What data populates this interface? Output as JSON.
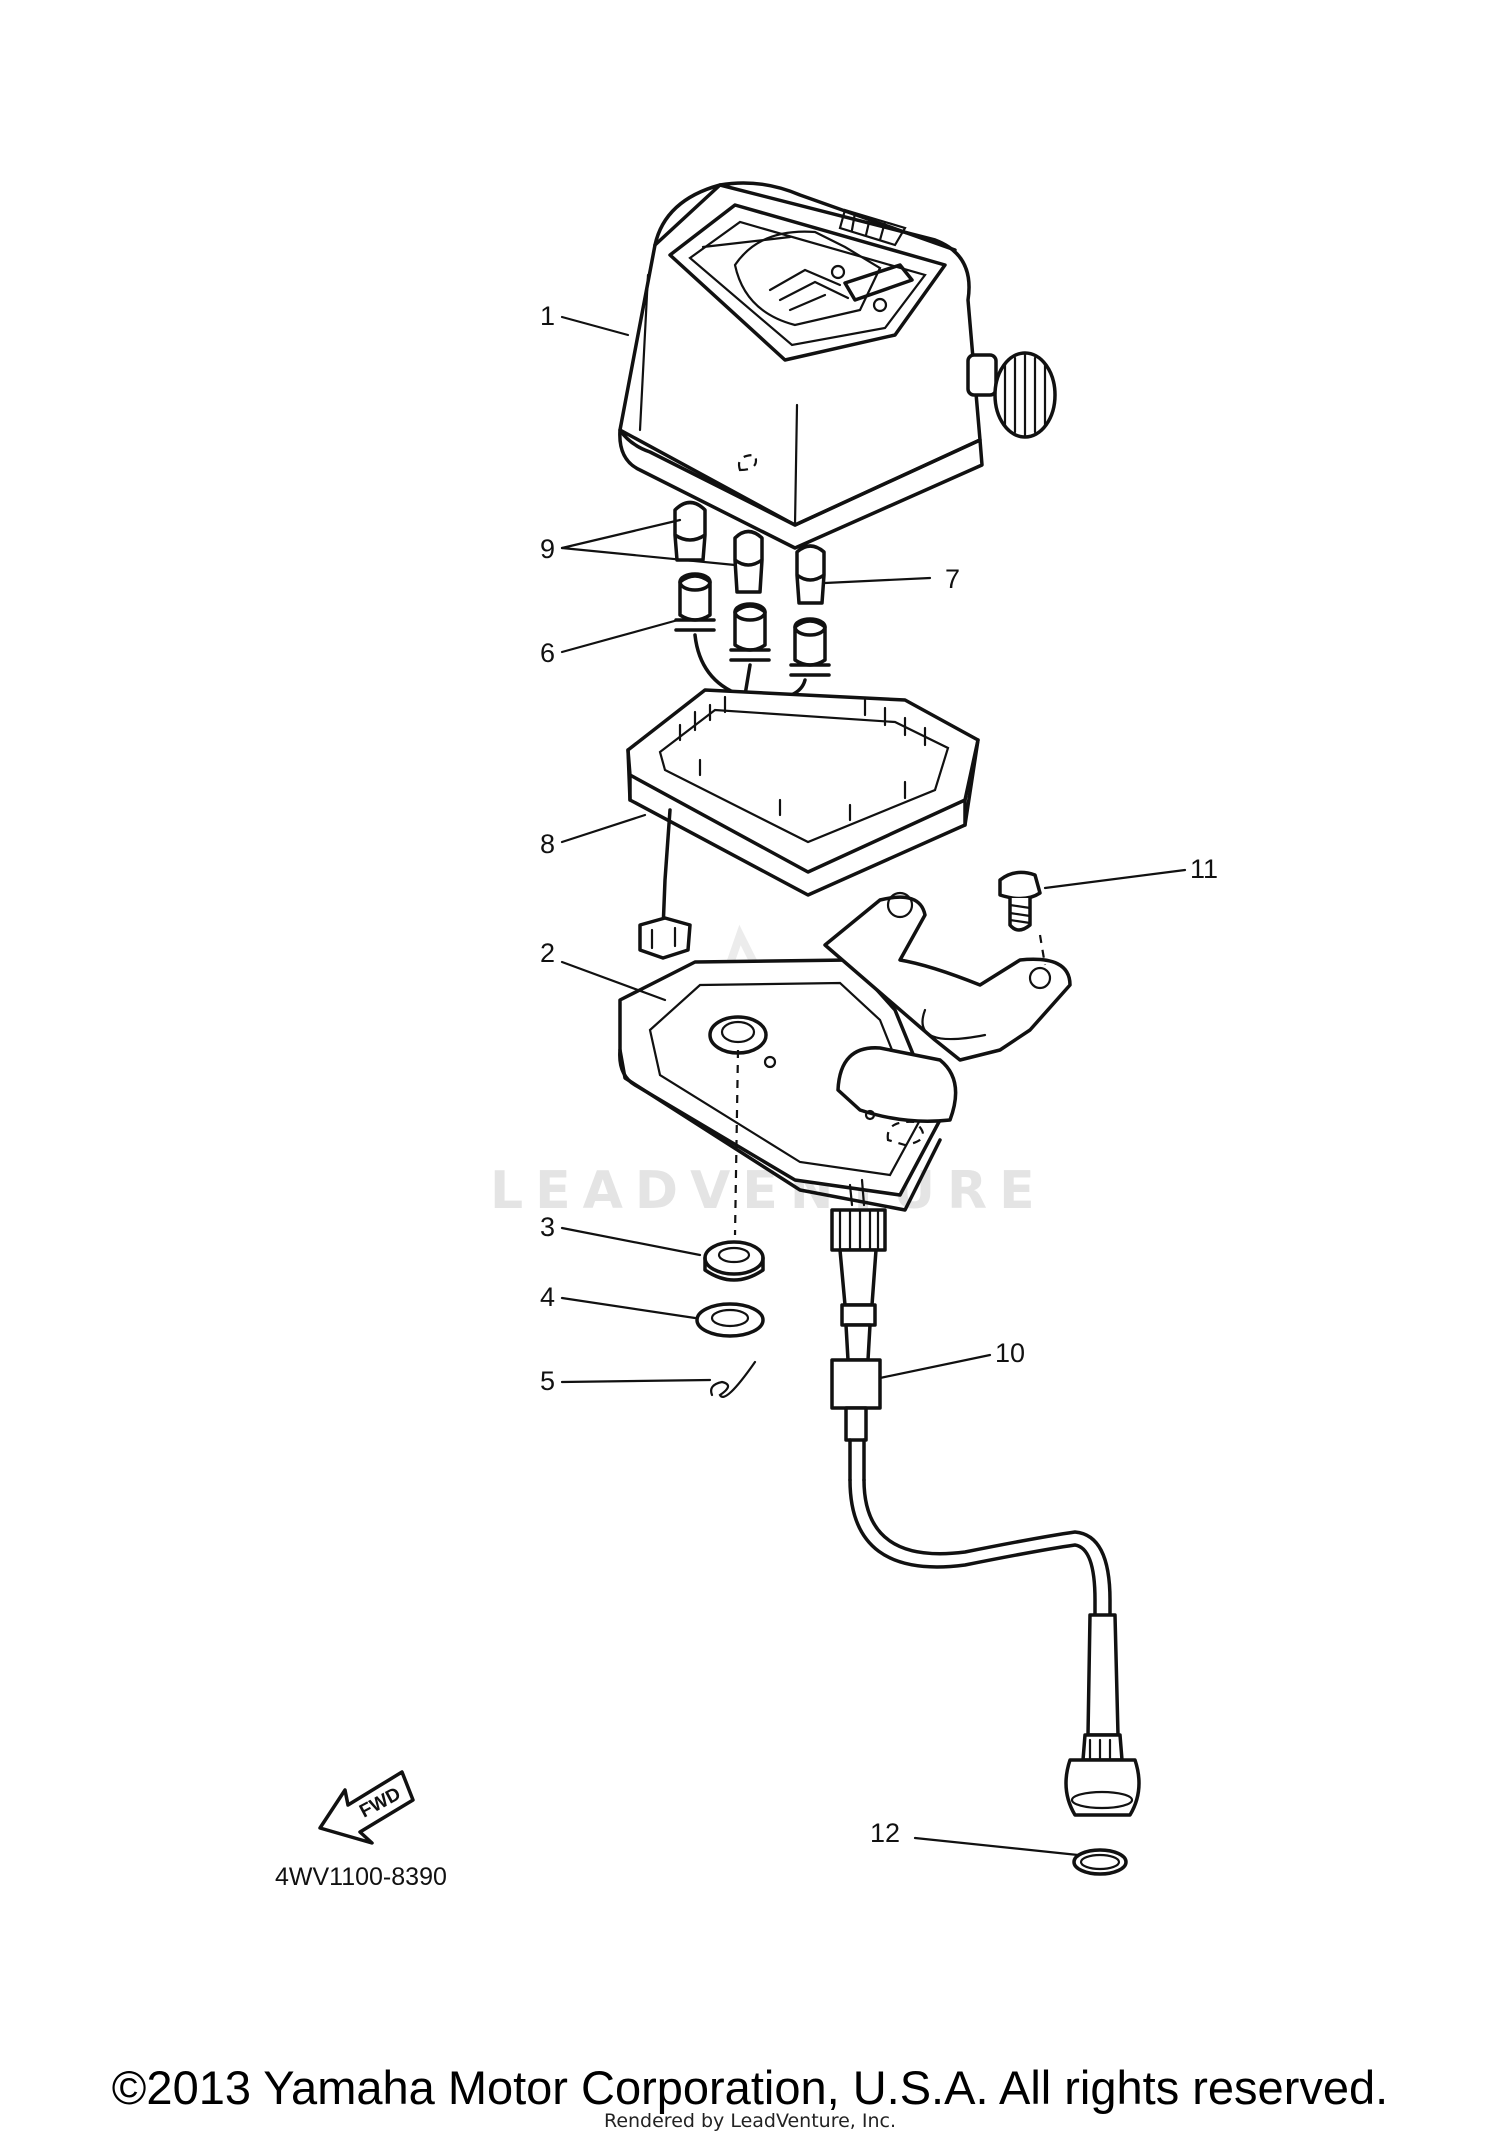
{
  "diagram": {
    "callouts": [
      "1",
      "2",
      "3",
      "4",
      "5",
      "6",
      "7",
      "8",
      "9",
      "10",
      "11",
      "12"
    ],
    "diagram_code": "4WV1100-8390",
    "fwd_label": "FWD",
    "watermark": "LEADVENTURE"
  },
  "footer": {
    "copyright": "©2013 Yamaha Motor Corporation, U.S.A. All rights reserved.",
    "rendered_by": "Rendered by LeadVenture, Inc."
  }
}
